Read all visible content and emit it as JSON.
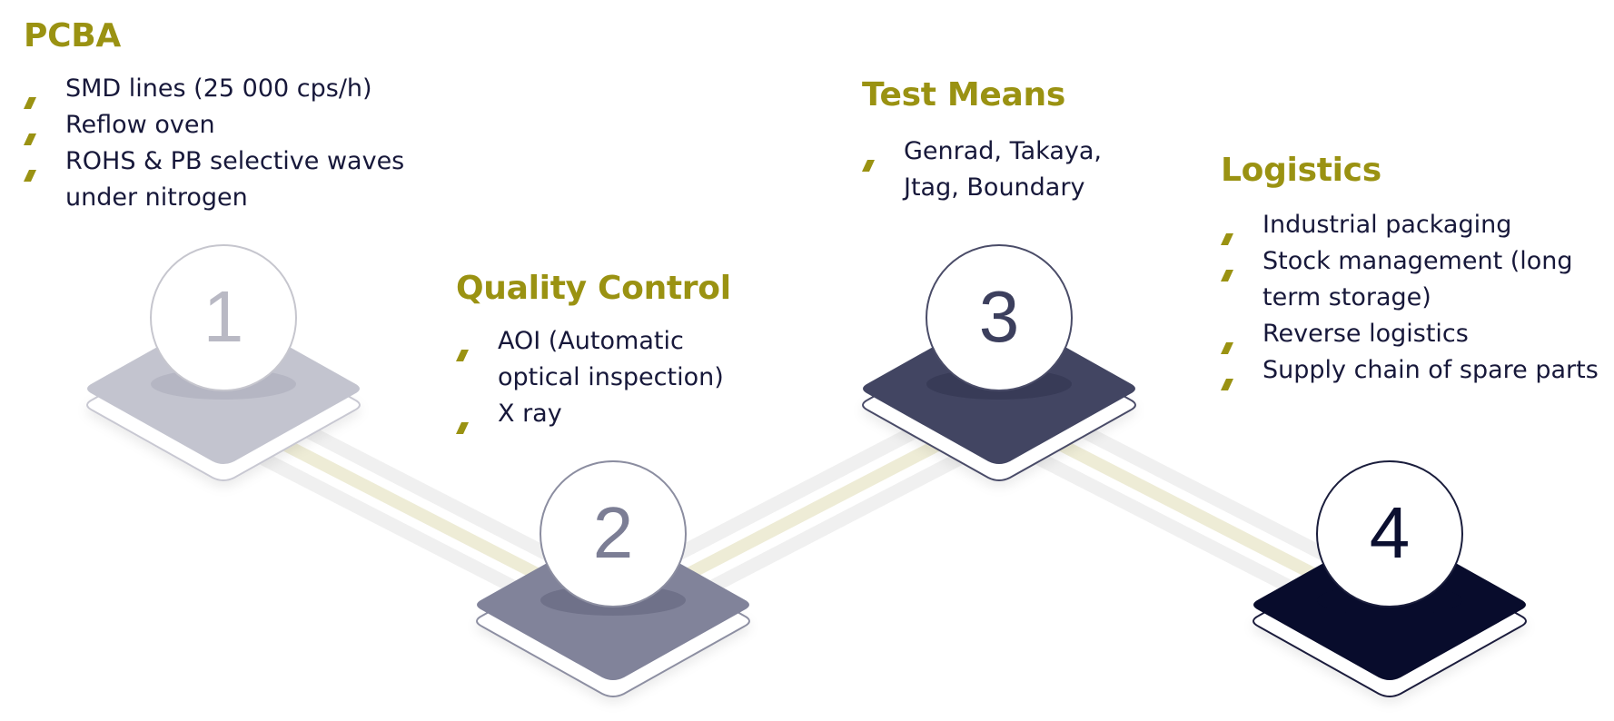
{
  "colors": {
    "accent": "#9a9212",
    "text": "#17183a",
    "track_gray": "#efefef",
    "track_accent": "#eeecd6"
  },
  "steps": [
    {
      "number": "1",
      "title": "PCBA",
      "platform_color": "#c3c4cf",
      "shadow_color": "#b5b6c3",
      "number_color": "#b9b9c4",
      "circle_stroke": "#c6c6ce",
      "items": [
        "SMD lines (25 000 cps/h)",
        "Reflow oven",
        "ROHS & PB selective waves under nitrogen"
      ]
    },
    {
      "number": "2",
      "title": "Quality Control",
      "platform_color": "#81839a",
      "shadow_color": "#6f7189",
      "number_color": "#7c7e95",
      "circle_stroke": "#8b8da0",
      "items": [
        "AOI (Automatic optical inspection)",
        "X ray"
      ]
    },
    {
      "number": "3",
      "title": "Test Means",
      "platform_color": "#424562",
      "shadow_color": "#383b57",
      "number_color": "#3c3f5d",
      "circle_stroke": "#4a4c68",
      "items": [
        "Genrad, Takaya, Jtag, Boundary"
      ]
    },
    {
      "number": "4",
      "title": "Logistics",
      "platform_color": "#080c2c",
      "shadow_color": "#080c2c",
      "number_color": "#0b0f30",
      "circle_stroke": "#1a1d3c",
      "items": [
        "Industrial packaging",
        "Stock management (long term storage)",
        "Reverse logistics",
        "Supply chain of spare parts"
      ]
    }
  ]
}
